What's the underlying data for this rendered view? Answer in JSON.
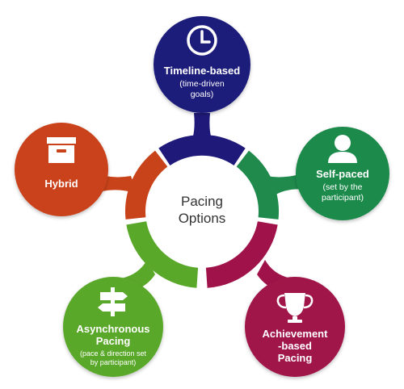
{
  "center": {
    "line1": "Pacing",
    "line2": "Options"
  },
  "nodes": [
    {
      "id": "timeline",
      "title": "Timeline-based",
      "sub": [
        "(time-driven",
        "goals)"
      ],
      "icon": "clock-icon",
      "color": "#1f1a7a"
    },
    {
      "id": "selfpaced",
      "title": "Self-paced",
      "sub": [
        "(set by the",
        "participant)"
      ],
      "icon": "person-icon",
      "color": "#1f8a4c"
    },
    {
      "id": "achievement",
      "title": [
        "Achievement",
        "-based",
        "Pacing"
      ],
      "sub": [],
      "icon": "trophy-icon",
      "color": "#a0134a"
    },
    {
      "id": "async",
      "title": [
        "Asynchronous",
        "Pacing"
      ],
      "sub": [
        "(pace & direction set",
        "by participant)"
      ],
      "icon": "signpost-icon",
      "color": "#5aa82a"
    },
    {
      "id": "hybrid",
      "title": "Hybrid",
      "sub": [],
      "icon": "box-icon",
      "color": "#c9431a"
    }
  ],
  "colors": {
    "timeline": "#1f1a7a",
    "selfpaced": "#1f8a4c",
    "achievement": "#a0134a",
    "async": "#5aa82a",
    "hybrid": "#c9431a"
  }
}
